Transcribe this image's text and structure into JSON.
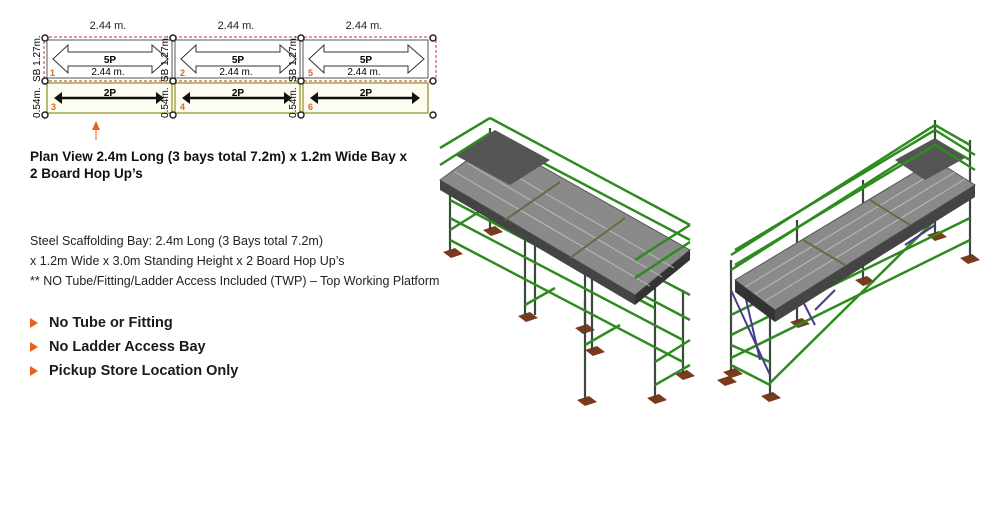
{
  "plan_view": {
    "top_dims": [
      "2.44 m.",
      "2.44 m.",
      "2.44 m."
    ],
    "side_dim_sb": "SB 1.27m.",
    "side_dim_hop": "0.54m.",
    "inner_dim": "2.44 m.",
    "bay_labels": [
      "5P",
      "5P",
      "5P"
    ],
    "hop_labels": [
      "2P",
      "2P",
      "2P"
    ],
    "bay_numbers": [
      "1",
      "2",
      "5"
    ],
    "hop_numbers": [
      "3",
      "4",
      "6"
    ],
    "title": "Plan View 2.4m Long (3 bays total 7.2m) x 1.2m Wide Bay x\n2 Board Hop Up’s"
  },
  "description": {
    "line1": "Steel Scaffolding Bay: 2.4m Long (3 Bays total 7.2m)",
    "line2": "x 1.2m Wide x 3.0m Standing Height x 2 Board Hop Up’s",
    "line3": "** NO Tube/Fitting/Ladder Access Included (TWP) – Top Working Platform"
  },
  "bullets": [
    "No Tube or Fitting",
    "No Ladder Access Bay",
    "Pickup Store Location Only"
  ],
  "colors": {
    "accent": "#e8611a",
    "frame_green": "#2e8b1f",
    "deck_grey": "#8a8a8a",
    "brace_purple": "#4a3a8a",
    "baseplate_brown": "#7a3a1e"
  }
}
